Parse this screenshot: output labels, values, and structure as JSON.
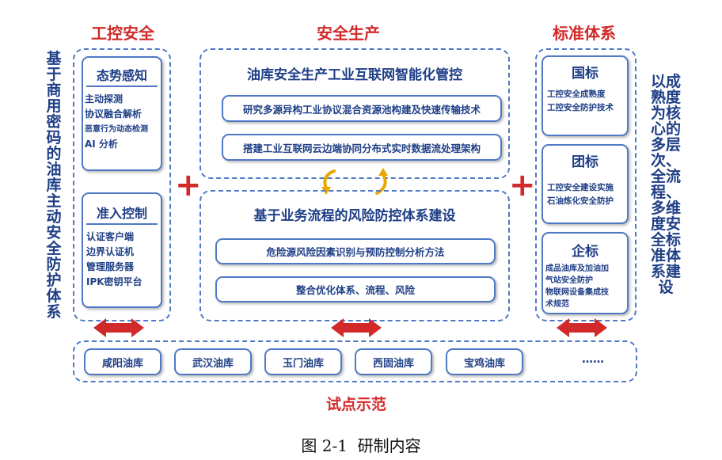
{
  "sections": {
    "left_title": "工控安全",
    "middle_title": "安全生产",
    "right_title": "标准体系",
    "bottom_title": "试点示范"
  },
  "left_side_vertical": "基于商用密码的油库主动安全防护体系",
  "right_side_vertical": "以成熟度为核心的多层次、全流程、多维度安全标准体系建设",
  "left_column": {
    "box1": {
      "title": "态势感知",
      "items": [
        "主动探测",
        "协议融合解析",
        "恶意行为动态检测",
        "AI 分析"
      ]
    },
    "box2": {
      "title": "准入控制",
      "items": [
        "认证客户端",
        "边界认证机",
        "管理服务器",
        "IPK密钥平台"
      ]
    }
  },
  "middle_column": {
    "top": {
      "title": "油库安全生产工业互联网智能化管控",
      "items": [
        "研究多源异构工业协议混合资源池构建及快速传输技术",
        "搭建工业互联网云边端协同分布式实时数据流处理架构"
      ]
    },
    "bottom": {
      "title": "基于业务流程的风险防控体系建设",
      "items": [
        "危险源风险因素识别与预防控制分析方法",
        "整合优化体系、流程、风险"
      ]
    }
  },
  "right_column": {
    "box1": {
      "title": "国标",
      "lines": [
        "工控安全成熟度",
        "工控安全防护技术"
      ]
    },
    "box2": {
      "title": "团标",
      "lines": [
        "工控安全建设实施",
        "石油炼化安全防护"
      ]
    },
    "box3": {
      "title": "企标",
      "lines": [
        "成品油库及加油加",
        "气站安全防护",
        "物联网设备集成技",
        "术规范"
      ]
    }
  },
  "pilot_sites": [
    "咸阳油库",
    "武汉油库",
    "玉门油库",
    "西固油库",
    "宝鸡油库",
    "……"
  ],
  "plus_symbol": "+",
  "caption": "图 2-1  研制内容",
  "colors": {
    "accent_red": "#d22a2a",
    "text_blue": "#1f3f86",
    "border_blue": "#4f79c4",
    "cycle_arrow_gold": "#e8a800"
  }
}
